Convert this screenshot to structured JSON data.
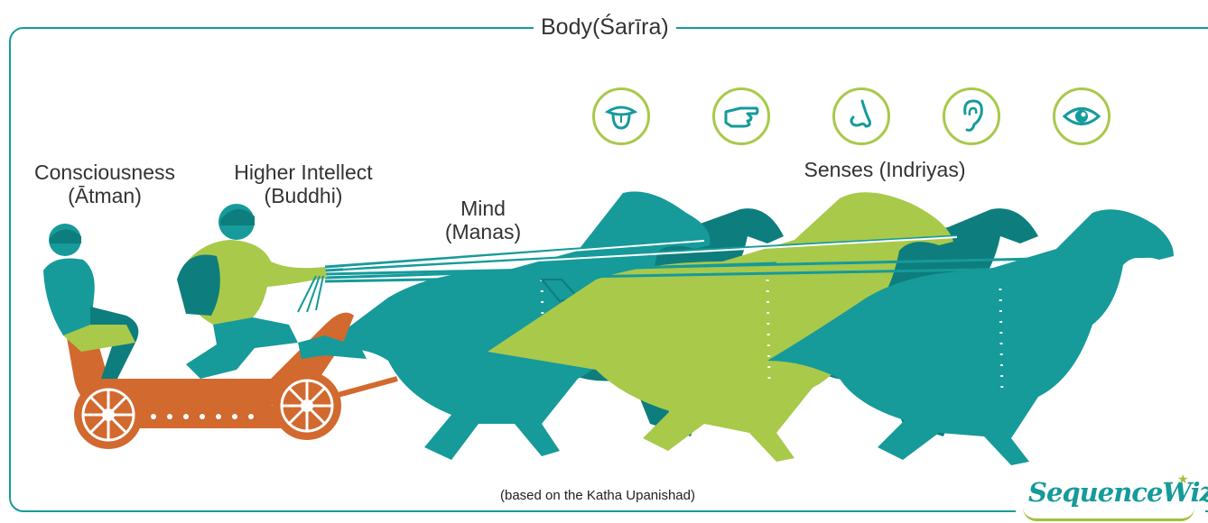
{
  "title": "Body(Śarīra)",
  "labels": {
    "consciousness": {
      "line1": "Consciousness",
      "line2": "(Ātman)"
    },
    "intellect": {
      "line1": "Higher Intellect",
      "line2": "(Buddhi)"
    },
    "mind": {
      "line1": "Mind",
      "line2": "(Manas)"
    },
    "senses": {
      "line1": "Senses (Indriyas)"
    }
  },
  "sense_icons": [
    "tongue-icon",
    "hand-icon",
    "nose-icon",
    "ear-icon",
    "eye-icon"
  ],
  "footer": "(based on the Katha Upanishad)",
  "logo": {
    "text": "SequenceWiz"
  },
  "colors": {
    "teal": "#169a9a",
    "dark_teal": "#0e7d7d",
    "lime": "#a8c94a",
    "orange": "#d2692f",
    "text": "#333333"
  }
}
